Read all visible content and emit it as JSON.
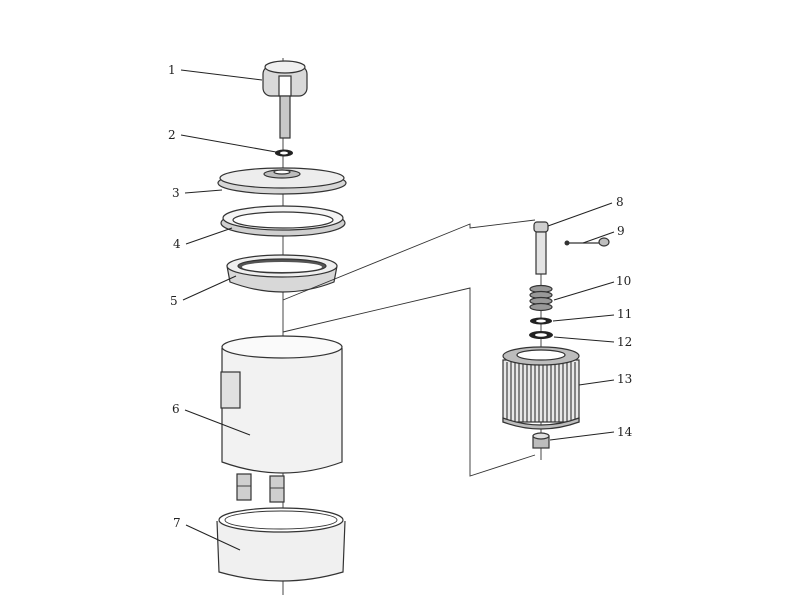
{
  "diagram": {
    "callouts": [
      {
        "id": "c1",
        "text": "1"
      },
      {
        "id": "c2",
        "text": "2"
      },
      {
        "id": "c3",
        "text": "3"
      },
      {
        "id": "c4",
        "text": "4"
      },
      {
        "id": "c5",
        "text": "5"
      },
      {
        "id": "c6",
        "text": "6"
      },
      {
        "id": "c7",
        "text": "7"
      },
      {
        "id": "c8",
        "text": "8"
      },
      {
        "id": "c9",
        "text": "9"
      },
      {
        "id": "c10",
        "text": "10"
      },
      {
        "id": "c11",
        "text": "11"
      },
      {
        "id": "c12",
        "text": "12"
      },
      {
        "id": "c13",
        "text": "13"
      },
      {
        "id": "c14",
        "text": "14"
      }
    ],
    "colors": {
      "ink": "#333333",
      "shade": "#bdbdbd",
      "light": "#e8e8e8",
      "background": "#ffffff"
    }
  }
}
